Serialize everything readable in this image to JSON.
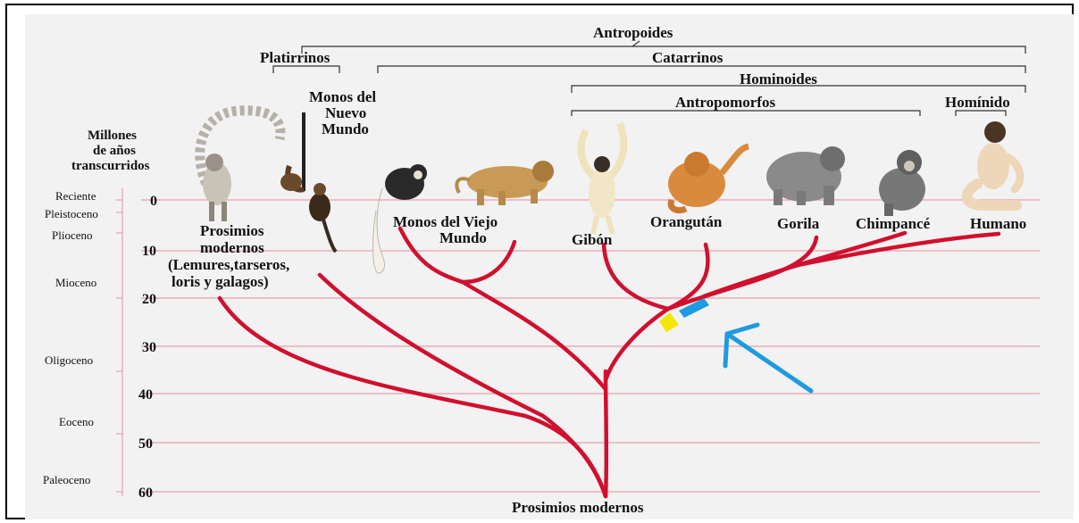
{
  "groups": {
    "antropoides": "Antropoides",
    "platirrinos": "Platirrinos",
    "catarrinos": "Catarrinos",
    "hominoides": "Hominoides",
    "antropomorfos": "Antropomorfos",
    "hominido": "Homínido"
  },
  "axis_title": [
    "Millones",
    "de años",
    "transcurridos"
  ],
  "epochs": [
    "Reciente",
    "Pleistoceno",
    "Plioceno",
    "Mioceno",
    "Oligoceno",
    "Eoceno",
    "Paleoceno"
  ],
  "ticks": [
    "0",
    "10",
    "20",
    "30",
    "40",
    "50",
    "60"
  ],
  "labels": {
    "monos_nuevo_mundo": [
      "Monos del",
      "Nuevo",
      "Mundo"
    ],
    "prosimios_modernos_top": [
      "Prosimios",
      "modernos",
      "(Lemures,tarseros,",
      "loris y galagos)"
    ],
    "monos_viejo_mundo": [
      "Monos del Viejo",
      "Mundo"
    ],
    "gibon": "Gibón",
    "orangutan": "Orangután",
    "gorila": "Gorila",
    "chimpance": "Chimpancé",
    "humano": "Humano",
    "root": "Prosimios modernos"
  },
  "colors": {
    "branch": "#d0102e",
    "gridline": "#e8a0ad",
    "highlight_yellow": "#f5e600",
    "highlight_blue": "#1e9be0",
    "arrow": "#1e9be0"
  },
  "icons": [
    "lemur-icon",
    "new-world-monkey-icon",
    "colobus-icon",
    "baboon-icon",
    "gibbon-icon",
    "orangutan-icon",
    "gorilla-icon",
    "chimpanzee-icon",
    "human-icon",
    "arrow-icon"
  ]
}
